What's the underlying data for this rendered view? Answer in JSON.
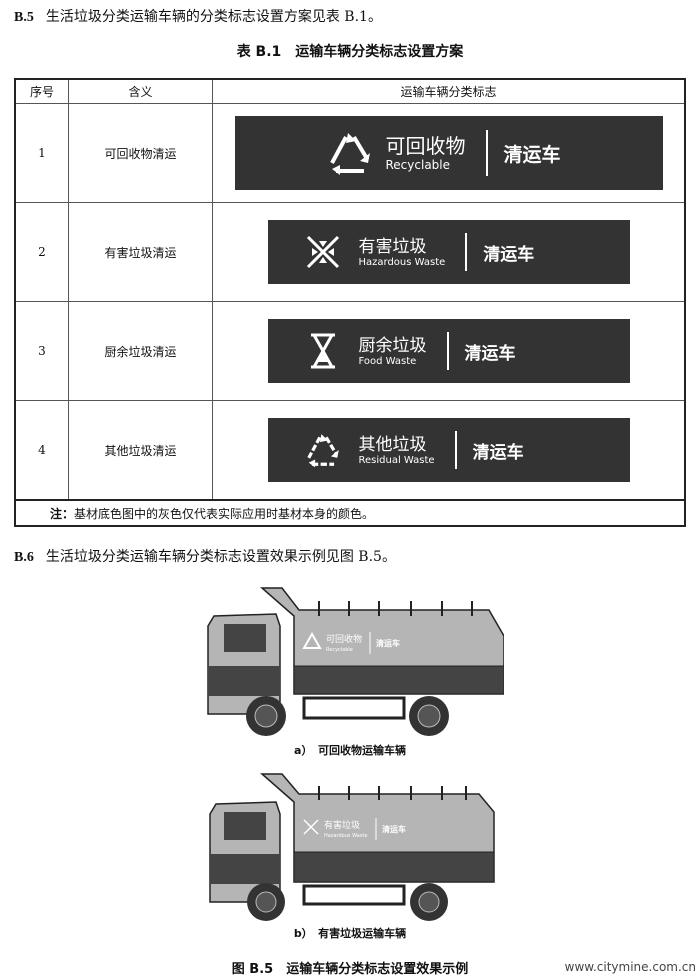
{
  "section_b5": {
    "num": "B.5",
    "text": "生活垃圾分类运输车辆的分类标志设置方案见表 B.1。"
  },
  "table_title": "表 B.1　运输车辆分类标志设置方案",
  "table": {
    "headers": [
      "序号",
      "含义",
      "运输车辆分类标志"
    ],
    "rows": [
      {
        "no": "1",
        "meaning": "可回收物清运",
        "sign_zh": "可回收物",
        "sign_en": "Recyclable",
        "vehicle": "清运车",
        "icon": "recycle-icon"
      },
      {
        "no": "2",
        "meaning": "有害垃圾清运",
        "sign_zh": "有害垃圾",
        "sign_en": "Hazardous Waste",
        "vehicle": "清运车",
        "icon": "hazardous-icon"
      },
      {
        "no": "3",
        "meaning": "厨余垃圾清运",
        "sign_zh": "厨余垃圾",
        "sign_en": "Food Waste",
        "vehicle": "清运车",
        "icon": "hourglass-icon"
      },
      {
        "no": "4",
        "meaning": "其他垃圾清运",
        "sign_zh": "其他垃圾",
        "sign_en": "Residual Waste",
        "vehicle": "清运车",
        "icon": "residual-recycle-icon"
      }
    ],
    "note_label": "注：",
    "note": "基材底色图中的灰色仅代表实际应用时基材本身的颜色。"
  },
  "section_b6": {
    "num": "B.6",
    "text": "生活垃圾分类运输车辆分类标志设置效果示例见图 B.5。"
  },
  "figure": {
    "a_caption": "a）　可回收物运输车辆",
    "b_caption": "b）　有害垃圾运输车辆",
    "title": "图 B.5　运输车辆分类标志设置效果示例"
  },
  "watermark": "www.citymine.com.cn",
  "colors": {
    "sign_bg": "#333333",
    "truck_body": "#b5b5b5",
    "truck_dark": "#444444"
  }
}
